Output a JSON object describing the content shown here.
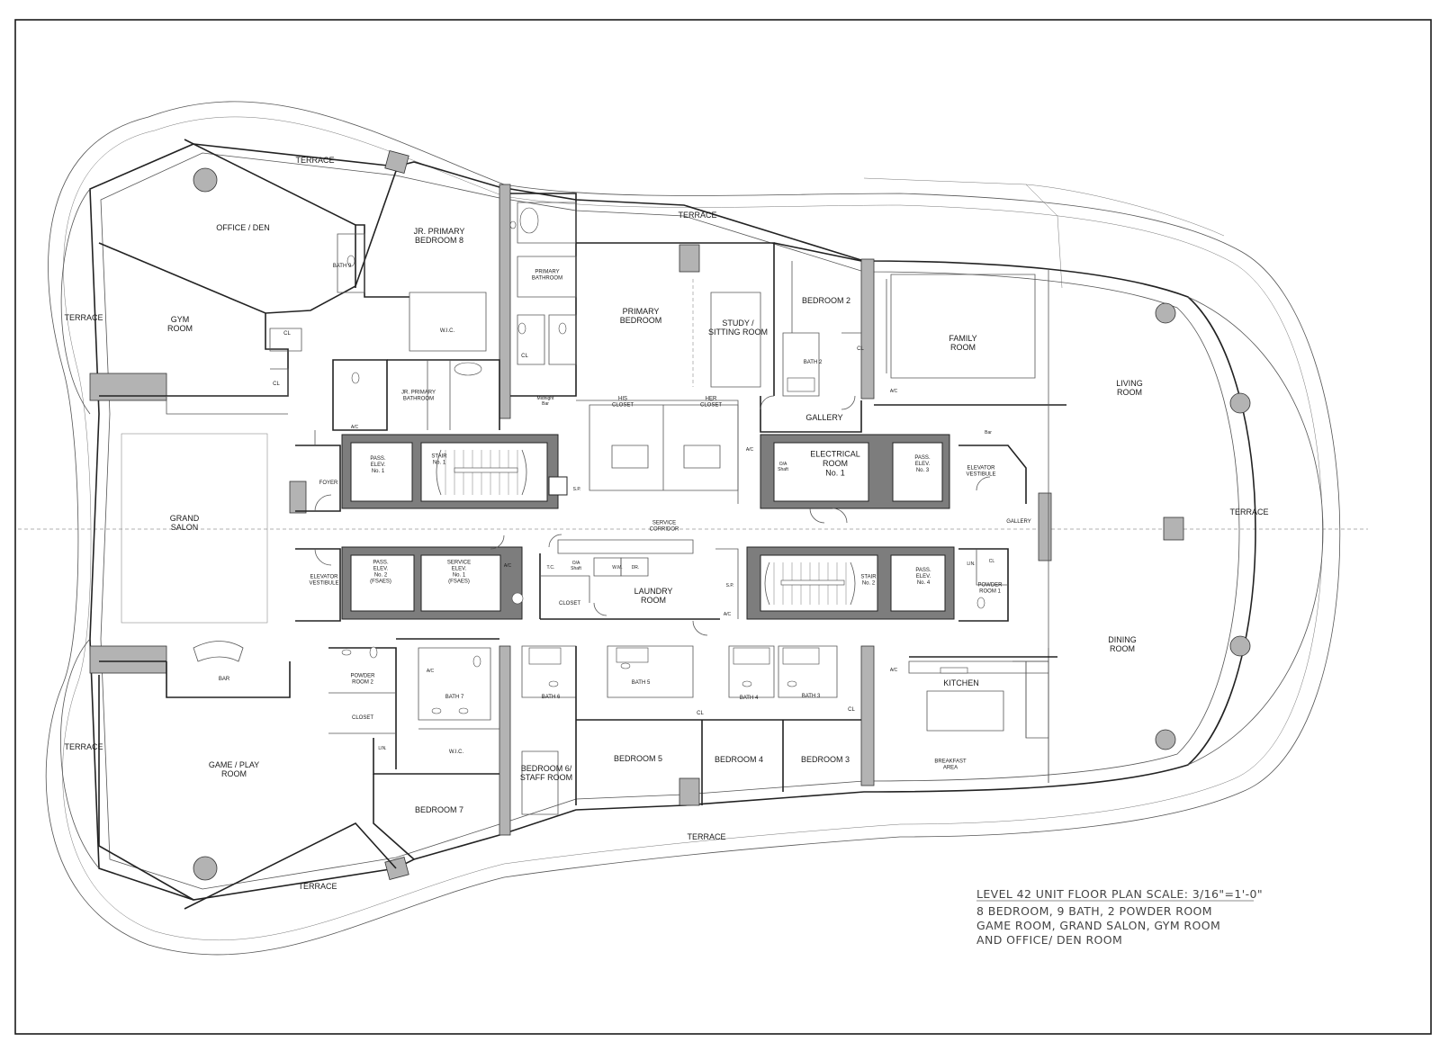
{
  "plan": {
    "title_lines": [
      "LEVEL 42 UNIT FLOOR PLAN      SCALE: 3/16\"=1'-0\"",
      "8 BEDROOM, 9 BATH, 2 POWDER ROOM",
      "GAME ROOM, GRAND SALON, GYM ROOM",
      "AND OFFICE/ DEN ROOM"
    ]
  },
  "rooms": [
    {
      "id": "terrace-nw",
      "lines": [
        "TERRACE"
      ]
    },
    {
      "id": "office-den",
      "lines": [
        "OFFICE / DEN"
      ]
    },
    {
      "id": "bath-9",
      "lines": [
        "BATH 9"
      ]
    },
    {
      "id": "jr-primary-bedroom",
      "lines": [
        "JR. PRIMARY",
        "BEDROOM 8"
      ]
    },
    {
      "id": "terrace-w-upper",
      "lines": [
        "TERRACE"
      ]
    },
    {
      "id": "gym-room",
      "lines": [
        "GYM",
        "ROOM"
      ]
    },
    {
      "id": "cl-gym",
      "lines": [
        "CL"
      ]
    },
    {
      "id": "cl-gym-2",
      "lines": [
        "CL"
      ]
    },
    {
      "id": "wic-jr",
      "lines": [
        "W.I.C."
      ]
    },
    {
      "id": "jr-primary-bathroom",
      "lines": [
        "JR. PRIMARY",
        "BATHROOM"
      ]
    },
    {
      "id": "ac-jr",
      "lines": [
        "A/C"
      ]
    },
    {
      "id": "primary-bathroom",
      "lines": [
        "PRIMARY",
        "BATHROOM"
      ]
    },
    {
      "id": "cl-primary",
      "lines": [
        "CL"
      ]
    },
    {
      "id": "midnight-bar",
      "lines": [
        "Midnight",
        "Bar"
      ]
    },
    {
      "id": "terrace-n",
      "lines": [
        "TERRACE"
      ]
    },
    {
      "id": "primary-bedroom",
      "lines": [
        "PRIMARY",
        "BEDROOM"
      ]
    },
    {
      "id": "study",
      "lines": [
        "STUDY /",
        "SITTING ROOM"
      ]
    },
    {
      "id": "bedroom-2",
      "lines": [
        "BEDROOM 2"
      ]
    },
    {
      "id": "bath-2",
      "lines": [
        "BATH 2"
      ]
    },
    {
      "id": "cl-bed2",
      "lines": [
        "CL"
      ]
    },
    {
      "id": "family-room",
      "lines": [
        "FAMILY",
        "ROOM"
      ]
    },
    {
      "id": "ac-family",
      "lines": [
        "A/C"
      ]
    },
    {
      "id": "living-room",
      "lines": [
        "LIVING",
        "ROOM"
      ]
    },
    {
      "id": "gallery-n",
      "lines": [
        "GALLERY"
      ]
    },
    {
      "id": "his-closet",
      "lines": [
        "HIS",
        "CLOSET"
      ]
    },
    {
      "id": "her-closet",
      "lines": [
        "HER",
        "CLOSET"
      ]
    },
    {
      "id": "ac-her",
      "lines": [
        "A/C"
      ]
    },
    {
      "id": "foyer",
      "lines": [
        "FOYER"
      ]
    },
    {
      "id": "pass-elev-1",
      "lines": [
        "PASS.",
        "ELEV.",
        "No. 1"
      ]
    },
    {
      "id": "stair-1",
      "lines": [
        "STAIR",
        "No. 1"
      ]
    },
    {
      "id": "sp-1",
      "lines": [
        "S.P."
      ]
    },
    {
      "id": "oa-shaft-1",
      "lines": [
        "O/A",
        "Shaft"
      ]
    },
    {
      "id": "electrical-room",
      "lines": [
        "ELECTRICAL",
        "ROOM",
        "No. 1"
      ]
    },
    {
      "id": "pass-elev-3",
      "lines": [
        "PASS.",
        "ELEV.",
        "No. 3"
      ]
    },
    {
      "id": "elevator-vestibule-e",
      "lines": [
        "ELEVATOR",
        "VESTIBULE"
      ]
    },
    {
      "id": "bar-label",
      "lines": [
        "Bar"
      ]
    },
    {
      "id": "grand-salon",
      "lines": [
        "GRAND",
        "SALON"
      ]
    },
    {
      "id": "service-corridor",
      "lines": [
        "SERVICE",
        "CORRIDOR"
      ]
    },
    {
      "id": "gallery-e",
      "lines": [
        "GALLERY"
      ]
    },
    {
      "id": "terrace-e",
      "lines": [
        "TERRACE"
      ]
    },
    {
      "id": "elevator-vestibule-w",
      "lines": [
        "ELEVATOR",
        "VESTIBULE"
      ]
    },
    {
      "id": "pass-elev-2",
      "lines": [
        "PASS.",
        "ELEV.",
        "No. 2",
        "(FSAES)"
      ]
    },
    {
      "id": "service-elev-1",
      "lines": [
        "SERVICE",
        "ELEV.",
        "No. 1",
        "(FSAES)"
      ]
    },
    {
      "id": "ac-service",
      "lines": [
        "A/C"
      ]
    },
    {
      "id": "tc",
      "lines": [
        "T.C."
      ]
    },
    {
      "id": "oa-shaft-2",
      "lines": [
        "O/A",
        "Shaft"
      ]
    },
    {
      "id": "wm",
      "lines": [
        "W.M."
      ]
    },
    {
      "id": "dr",
      "lines": [
        "DR."
      ]
    },
    {
      "id": "closet-service",
      "lines": [
        "CLOSET"
      ]
    },
    {
      "id": "laundry-room",
      "lines": [
        "LAUNDRY",
        "ROOM"
      ]
    },
    {
      "id": "sp-2",
      "lines": [
        "S.P."
      ]
    },
    {
      "id": "ac-laundry",
      "lines": [
        "A/C"
      ]
    },
    {
      "id": "stair-2",
      "lines": [
        "STAIR",
        "No. 2"
      ]
    },
    {
      "id": "pass-elev-4",
      "lines": [
        "PASS.",
        "ELEV.",
        "No. 4"
      ]
    },
    {
      "id": "lin-e",
      "lines": [
        "LIN."
      ]
    },
    {
      "id": "cl-e",
      "lines": [
        "CL"
      ]
    },
    {
      "id": "powder-room-1",
      "lines": [
        "POWDER",
        "ROOM 1"
      ]
    },
    {
      "id": "dining-room",
      "lines": [
        "DINING",
        "ROOM"
      ]
    },
    {
      "id": "bar-sw",
      "lines": [
        "BAR"
      ]
    },
    {
      "id": "powder-room-2",
      "lines": [
        "POWDER",
        "ROOM 2"
      ]
    },
    {
      "id": "ac-bath7",
      "lines": [
        "A/C"
      ]
    },
    {
      "id": "bath-7",
      "lines": [
        "BATH 7"
      ]
    },
    {
      "id": "closet-w",
      "lines": [
        "CLOSET"
      ]
    },
    {
      "id": "lin-w",
      "lines": [
        "LIN."
      ]
    },
    {
      "id": "wic-7",
      "lines": [
        "W.I.C."
      ]
    },
    {
      "id": "bath-6",
      "lines": [
        "BATH 6"
      ]
    },
    {
      "id": "bath-5",
      "lines": [
        "BATH 5"
      ]
    },
    {
      "id": "cl-5",
      "lines": [
        "CL"
      ]
    },
    {
      "id": "bath-4",
      "lines": [
        "BATH 4"
      ]
    },
    {
      "id": "bath-3",
      "lines": [
        "BATH 3"
      ]
    },
    {
      "id": "cl-3",
      "lines": [
        "CL"
      ]
    },
    {
      "id": "ac-kitchen",
      "lines": [
        "A/C"
      ]
    },
    {
      "id": "kitchen",
      "lines": [
        "KITCHEN"
      ]
    },
    {
      "id": "terrace-w-lower",
      "lines": [
        "TERRACE"
      ]
    },
    {
      "id": "game-room",
      "lines": [
        "GAME / PLAY",
        "ROOM"
      ]
    },
    {
      "id": "bedroom-6",
      "lines": [
        "BEDROOM 6/",
        "STAFF ROOM"
      ]
    },
    {
      "id": "bedroom-5",
      "lines": [
        "BEDROOM 5"
      ]
    },
    {
      "id": "bedroom-4",
      "lines": [
        "BEDROOM 4"
      ]
    },
    {
      "id": "bedroom-3",
      "lines": [
        "BEDROOM 3"
      ]
    },
    {
      "id": "breakfast-area",
      "lines": [
        "BREAKFAST",
        "AREA"
      ]
    },
    {
      "id": "bedroom-7",
      "lines": [
        "BEDROOM 7"
      ]
    },
    {
      "id": "terrace-s",
      "lines": [
        "TERRACE"
      ]
    },
    {
      "id": "terrace-sw",
      "lines": [
        "TERRACE"
      ]
    }
  ]
}
